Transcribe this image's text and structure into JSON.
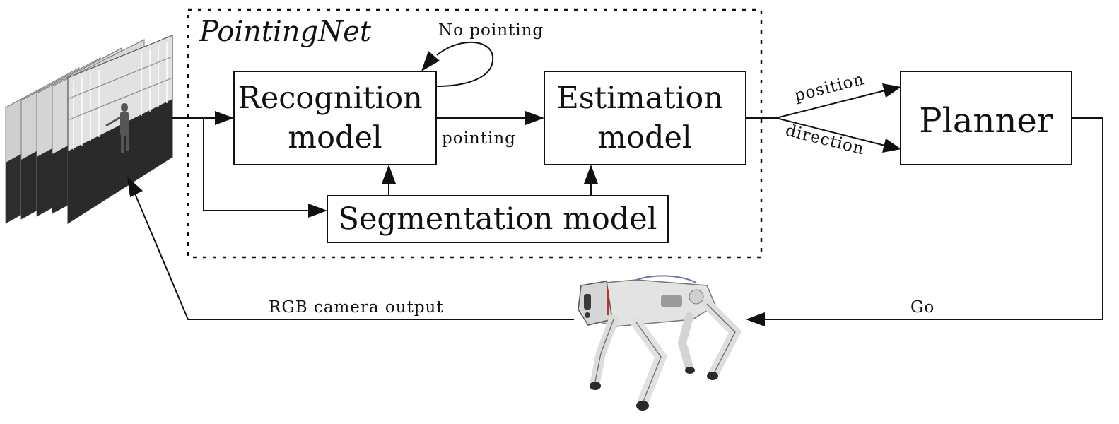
{
  "title": "PointingNet",
  "boxes": {
    "recognition": [
      "Recognition",
      "model"
    ],
    "estimation": [
      "Estimation",
      "model"
    ],
    "segmentation": "Segmentation model",
    "planner": "Planner"
  },
  "edge_labels": {
    "no_pointing": "No pointing",
    "pointing": "pointing",
    "position": "position",
    "direction": "direction",
    "rgb_camera_output": "RGB camera output",
    "go": "Go"
  },
  "colors": {
    "stroke": "#111111",
    "robot_body": "#e6e6e6",
    "robot_dark": "#3a3a3a",
    "frame_dark": "#2a2a2a",
    "frame_light": "#d8d8d8"
  }
}
